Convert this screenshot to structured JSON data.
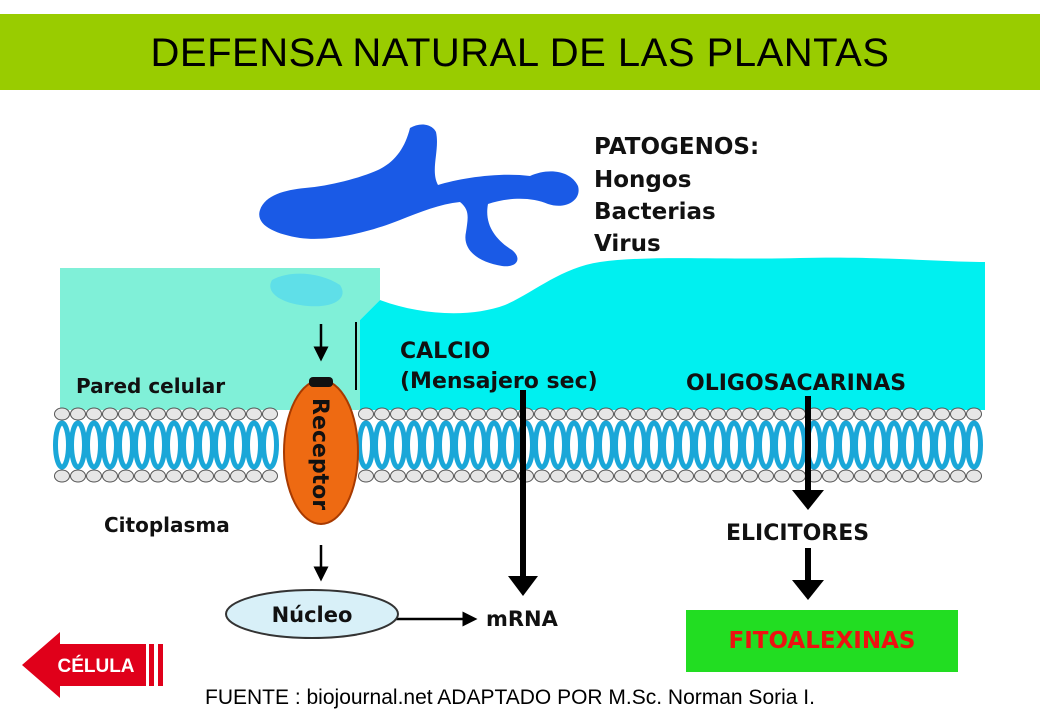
{
  "title": "DEFENSA NATURAL DE LAS PLANTAS",
  "diagram": {
    "pathogens_heading": "PATOGENOS:",
    "pathogens": [
      "Hongos",
      "Bacterias",
      "Virus"
    ],
    "cell_wall": "Pared celular",
    "calcium": "CALCIO",
    "calcium_role": "(Mensajero sec)",
    "oligosaccharins": "OLIGOSACARINAS",
    "receptor": "Receptor",
    "cytoplasm": "Citoplasma",
    "elicitors": "ELICITORES",
    "nucleus": "Núcleo",
    "mrna": "mRNA",
    "phytoalexins": "FITOALEXINAS"
  },
  "nav_button": {
    "label": "CÉLULA"
  },
  "source": "FUENTE : biojournal.net ADAPTADO POR M.Sc. Norman Soria I.",
  "colors": {
    "title_bar": "#99cc00",
    "cell_wall": "#80f0d8",
    "extracellular": "#00f0f0",
    "membrane_head": "#1aa7d8",
    "pathogen": "#1a5ae6",
    "receptor": "#ee6a12",
    "nucleus": "#d8f0f8",
    "phytoalexin_box": "#22dd22",
    "phytoalexin_text": "#ee1111",
    "nav_button": "#e0001a"
  }
}
